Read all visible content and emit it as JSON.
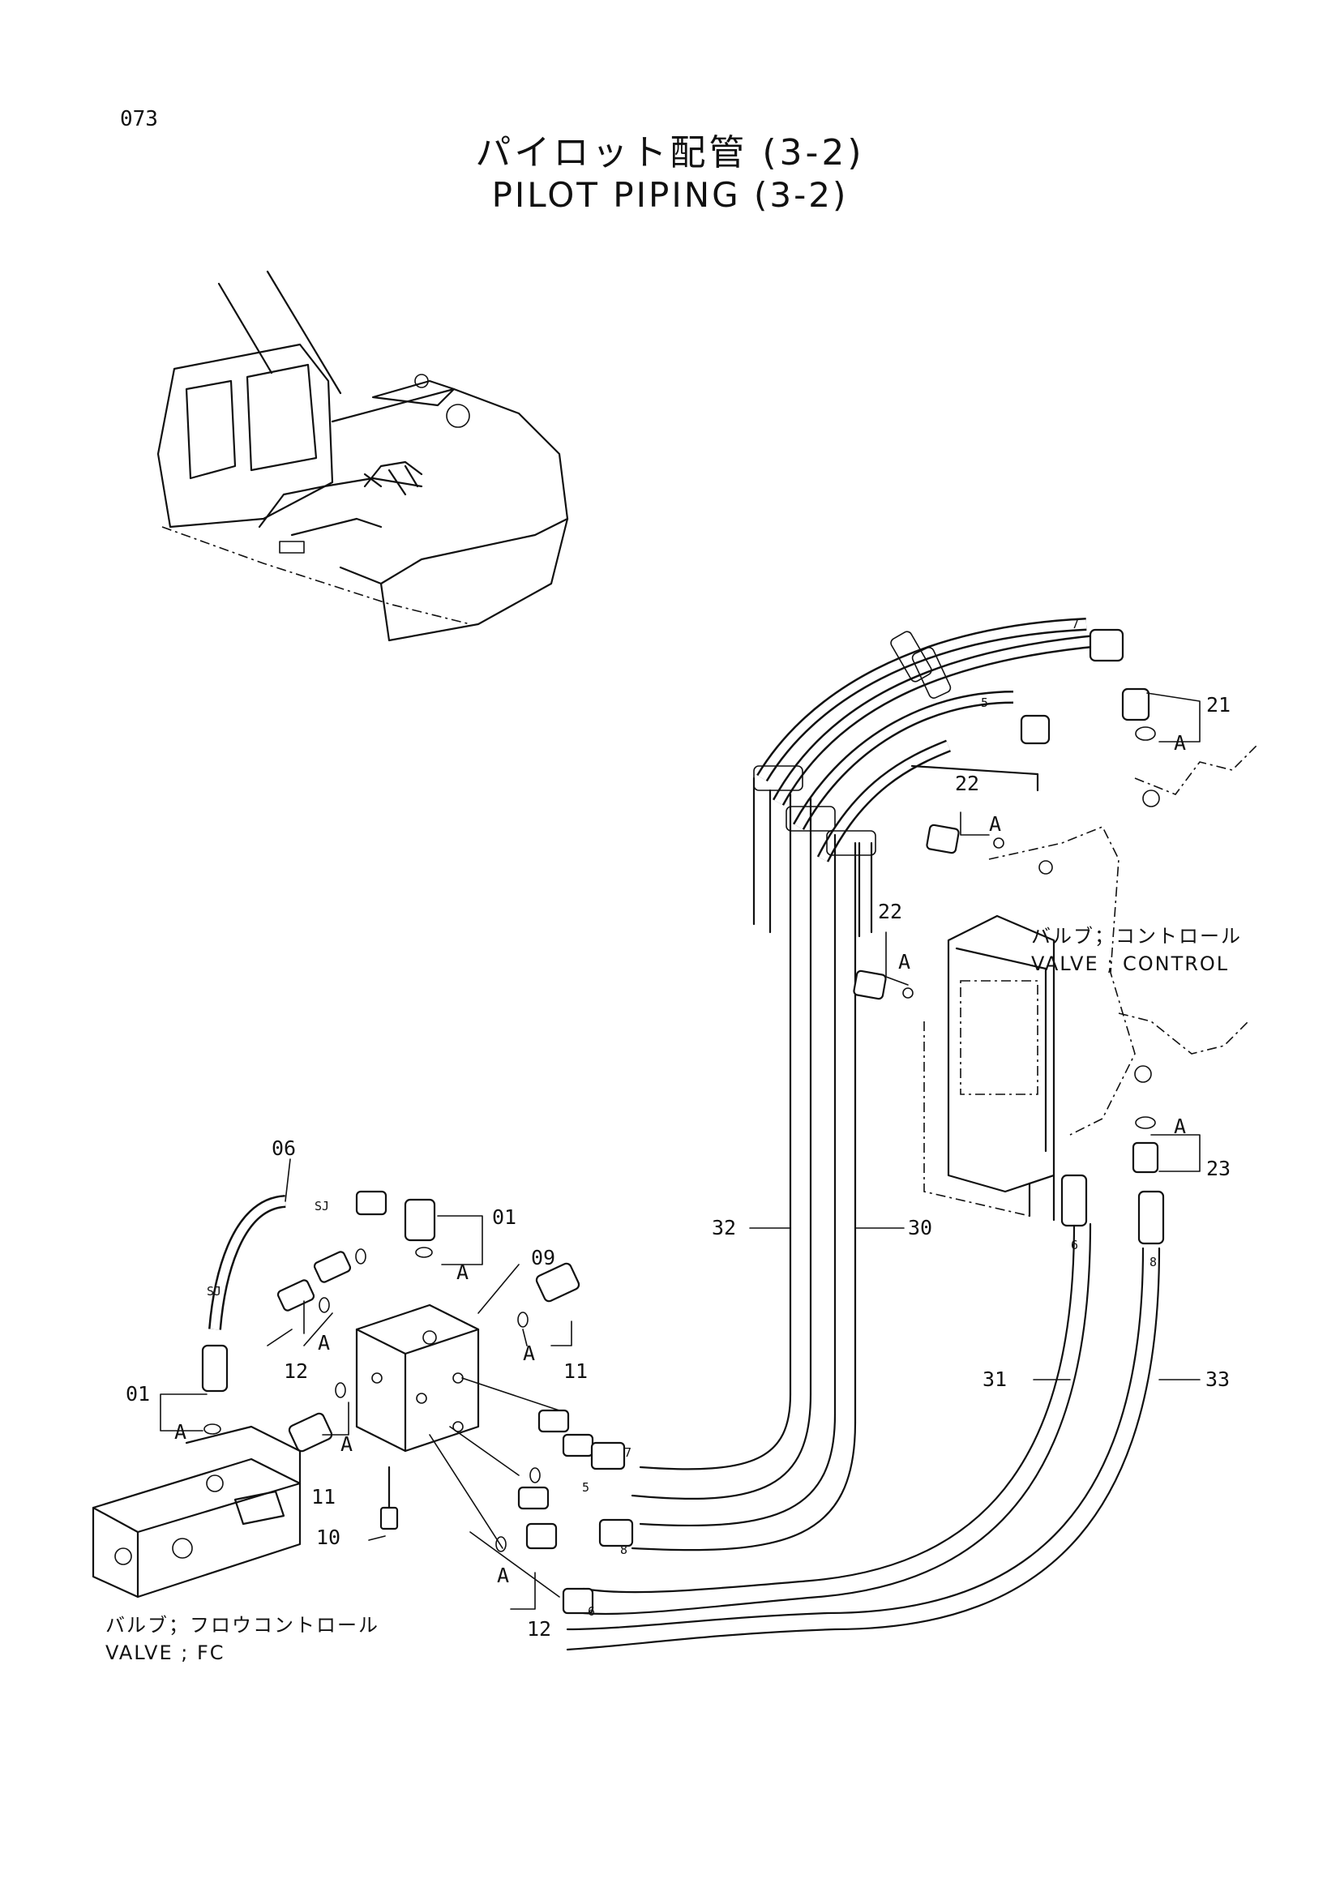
{
  "page_number": "073",
  "title_jp": "パイロット配管 (3-2)",
  "title_en": "PILOT PIPING (3-2)",
  "labels": {
    "control_valve_jp": "バルブ；コントロール",
    "control_valve_en": "VALVE ; CONTROL",
    "fc_valve_jp": "バルブ；フロウコントロール",
    "fc_valve_en": "VALVE ; FC"
  },
  "callouts": {
    "p21": "21",
    "p22a": "22",
    "p22b": "22",
    "p23": "23",
    "p30": "30",
    "p31": "31",
    "p32": "32",
    "p33": "33",
    "p06": "06",
    "p01a": "01",
    "p01b": "01",
    "p09": "09",
    "p10": "10",
    "p11a": "11",
    "p11b": "11",
    "p12a": "12",
    "p12b": "12",
    "a_mark": "A",
    "sj": "SJ",
    "h5": "5",
    "h6": "6",
    "h7": "7",
    "h8": "8"
  }
}
